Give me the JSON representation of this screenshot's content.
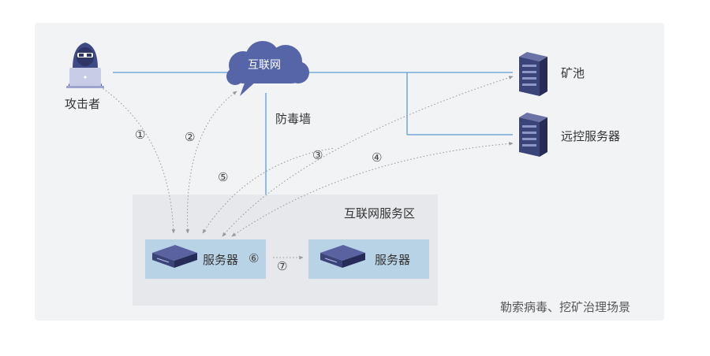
{
  "nodes": {
    "attacker": "攻击者",
    "internet": "互联网",
    "firewall": "防毒墙",
    "mining_pool": "矿池",
    "remote_server": "远控服务器",
    "zone": "互联网服务区",
    "server_left": "服务器",
    "server_right": "服务器"
  },
  "steps": [
    "①",
    "②",
    "③",
    "④",
    "⑤",
    "⑥",
    "⑦"
  ],
  "caption": "勒索病毒、挖矿治理场景",
  "colors": {
    "line": "#5b9bd5",
    "dotted": "#9a9a9a",
    "cloud": "#5565a8",
    "attacker": "#3e4a86",
    "server": "#3b4478"
  }
}
